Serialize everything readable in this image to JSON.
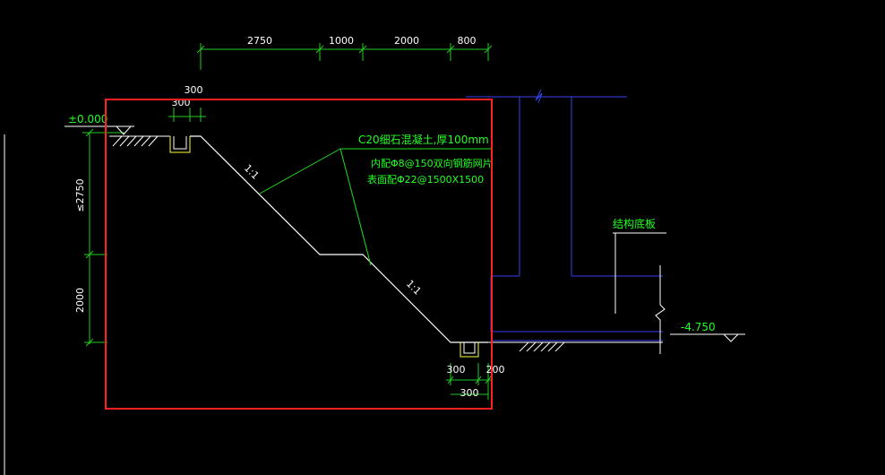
{
  "colors": {
    "background": "#000000",
    "dimension": "#22cc22",
    "geometry": "#ffffff",
    "structure": "#3344ee",
    "annotation": "#22ff22",
    "selection": "#ff2020",
    "level_text": "#22ff22"
  },
  "top_dimensions": [
    "2750",
    "1000",
    "2000",
    "800"
  ],
  "small_dims": {
    "top_300_upper": "300",
    "top_300_lower": "300",
    "bottom_300_left": "300",
    "bottom_200": "200",
    "bottom_300_under": "300"
  },
  "vertical_dims": {
    "upper": "≤2750",
    "lower": "2000"
  },
  "levels": {
    "top": "±0.000",
    "bottom": "-4.750"
  },
  "slope_labels": [
    "1:1",
    "1:1"
  ],
  "note": {
    "line1": "C20细石混凝土,厚100mm",
    "line2": "内配Φ8@150双向钢筋网片",
    "line3": "表面配Φ22@1500X1500"
  },
  "structure_label": "结构底板"
}
